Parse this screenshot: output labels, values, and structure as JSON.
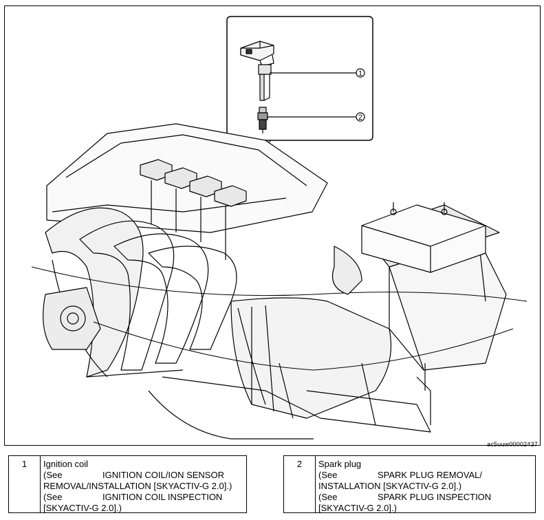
{
  "figure": {
    "code": "ac5uuw00002437",
    "callouts": [
      "1",
      "2"
    ]
  },
  "legend": [
    {
      "number": "1",
      "title": "Ignition coil",
      "see1_prefix": "(See",
      "see1_ref_a": "IGNITION COIL/ION SENSOR",
      "see1_ref_b": "REMOVAL/INSTALLATION [SKYACTIV-G 2.0].)",
      "see2_prefix": "(See",
      "see2_ref_a": "IGNITION COIL INSPECTION",
      "see2_ref_b": "[SKYACTIV-G 2.0].)"
    },
    {
      "number": "2",
      "title": "Spark plug",
      "see1_prefix": "(See",
      "see1_ref_a": "SPARK PLUG REMOVAL/",
      "see1_ref_b": "INSTALLATION [SKYACTIV-G 2.0].)",
      "see2_prefix": "(See",
      "see2_ref_a": "SPARK PLUG INSPECTION",
      "see2_ref_b": "[SKYACTIV-G 2.0].)"
    }
  ]
}
